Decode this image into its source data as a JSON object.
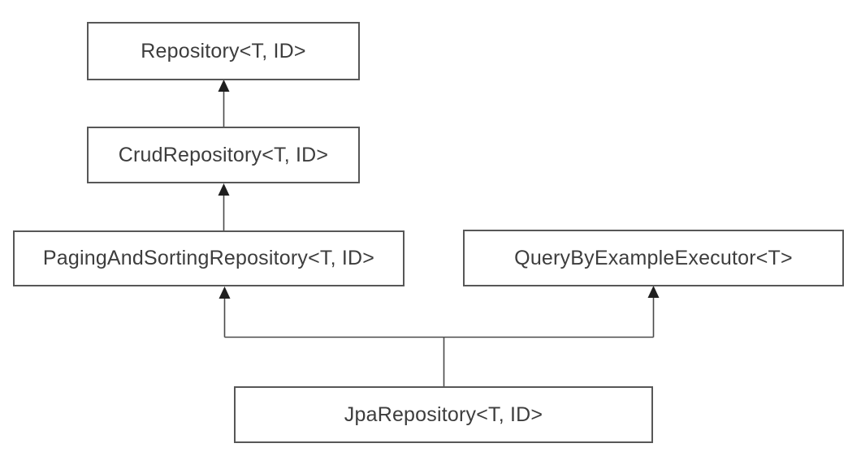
{
  "diagram": {
    "type": "class-hierarchy",
    "background_color": "#ffffff",
    "box_border_color": "#575757",
    "text_color": "#3d3d3d",
    "line_color": "#4a4a4a",
    "arrowhead_color": "#1f1f1f",
    "nodes": {
      "repository": {
        "label": "Repository<T, ID>"
      },
      "crud_repository": {
        "label": "CrudRepository<T, ID>"
      },
      "paging_and_sorting_repository": {
        "label": "PagingAndSortingRepository<T, ID>"
      },
      "query_by_example_executor": {
        "label": "QueryByExampleExecutor<T>"
      },
      "jpa_repository": {
        "label": "JpaRepository<T, ID>"
      }
    },
    "edges": [
      {
        "from": "crud_repository",
        "to": "repository",
        "style": "solid-line-filled-arrowhead-up"
      },
      {
        "from": "paging_and_sorting_repository",
        "to": "crud_repository",
        "style": "solid-line-filled-arrowhead-up"
      },
      {
        "from": "jpa_repository",
        "to": "paging_and_sorting_repository",
        "style": "solid-line-filled-arrowhead-up"
      },
      {
        "from": "jpa_repository",
        "to": "query_by_example_executor",
        "style": "solid-line-filled-arrowhead-up"
      }
    ]
  }
}
